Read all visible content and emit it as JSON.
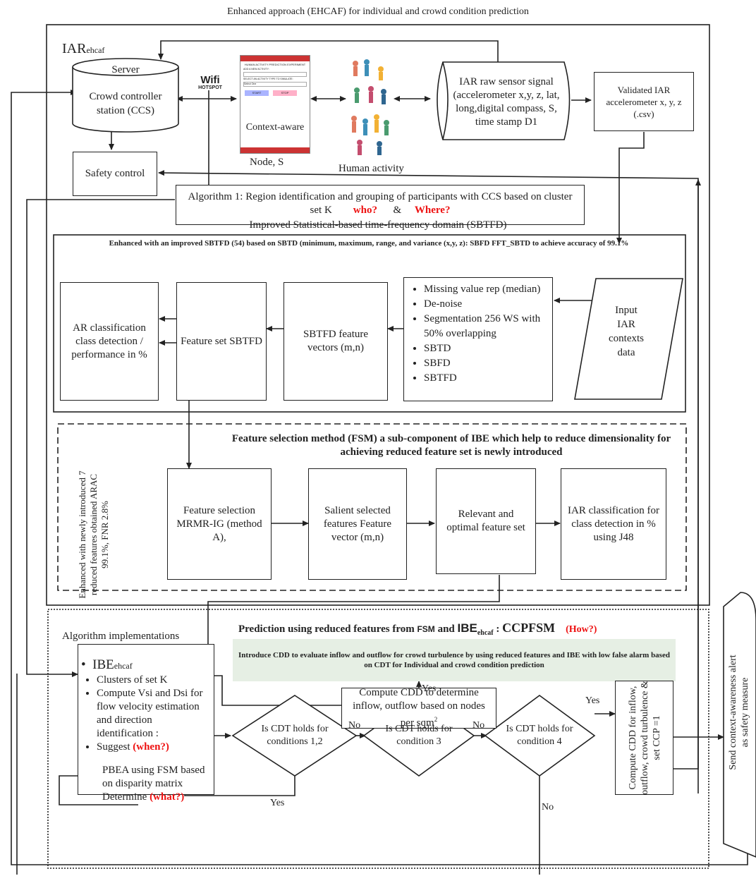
{
  "title": "Enhanced approach (EHCAF) for individual and crowd condition prediction",
  "iar": {
    "label": "IAR",
    "sub": "ehcaf"
  },
  "server": {
    "top": "Server",
    "name": "Crowd controller station (CCS)"
  },
  "wifi": {
    "word": "Wifi",
    "sub": "HOTSPOT"
  },
  "phone": {
    "header": "HUMAN ACTIVITY PREDICTION EXPERIMENT",
    "line1": "ADD A NEW ACTIVITY:",
    "line2": "SELECT AN ACTIVITY TYPE TO SIMULATE:",
    "select": "Select One",
    "start": "START",
    "stop": "STOP",
    "caption": "Context-aware"
  },
  "node_label": "Node, S",
  "human_activity": "Human activity",
  "raw_signal": "IAR raw sensor signal (accelerometer x,y, z, lat, long,digital compass, S,  time stamp D1",
  "validated": "Validated IAR accelerometer x, y, z (.csv)",
  "safety": "Safety control",
  "algo1": {
    "text": "Algorithm 1: Region identification and grouping of participants  with CCS based on cluster set K",
    "who": "who?",
    "amp": "&",
    "where": "Where?"
  },
  "sbtfd_title": "Improved  Statistical-based time-frequency domain (SBTFD)",
  "sbtfd_box_title": "Enhanced with an improved SBTFD (54) based on SBTD (minimum, maximum, range, and variance (x,y, z): SBFD FFT_SBTD to achieve accuracy of 99.1%",
  "preprocess": [
    "Missing value rep (median)",
    "De-noise",
    "Segmentation 256 WS with 50% overlapping",
    "SBTD",
    "SBFD",
    "SBTFD"
  ],
  "input": "Input IAR contexts data",
  "sbtfd_vectors": "SBTFD feature vectors (m,n)",
  "feature_set": "Feature set SBTFD",
  "ar_class": "AR classification class detection / performance in %",
  "fsm_title": "Feature selection method (FSM) a sub-component of IBE which help to reduce dimensionality for achieving reduced feature set is newly introduced",
  "fsm_side": "Enhanced with newly introduced 7 reduced features obtained ARAC 99.1%, FNR 2.8%",
  "fs_mrmr": "Feature selection MRMR-IG (method A),",
  "salient": "Salient selected features Feature vector (m,n)",
  "relevant": "Relevant and optimal feature set",
  "iar_j48": "IAR classification for class detection in % using J48",
  "algo_impl": "Algorithm implementations",
  "prediction": {
    "a": "Prediction using reduced features from ",
    "fsm": "FSM",
    "b": " and ",
    "ibe": "IBE",
    "ibe_sub": "ehcaf",
    "c": " : ",
    "ccp": "CCPFSM",
    "how": "(How?)"
  },
  "introduce": "Introduce CDD to evaluate inflow and outflow for crowd turbulence by using reduced  features  and IBE with low false alarm based on CDT for Individual and crowd condition prediction",
  "ibe_box": {
    "title": "IBE",
    "title_sub": "ehcaf",
    "b1": "Clusters of set K",
    "b2": "Compute Vsi and Dsi for flow velocity estimation and direction identification :",
    "b3": "Suggest ",
    "when": "(when?)",
    "pbea": "PBEA using FSM based on disparity matrix Determine ",
    "what": "(what?)"
  },
  "cdd": {
    "text": "Compute CDD to determine  inflow, outflow based on nodes per sqm",
    "sup": "2"
  },
  "d1": "Is CDT holds for conditions 1,2",
  "d2": "Is CDT holds for condition 3",
  "d3": "Is CDT holds for condition 4",
  "yes": "Yes",
  "no": "No",
  "compute_cdd": "Compute CDD for inflow, outflow, crowd turbulence  & set CCP =1",
  "send": "Send context-awareness alert as safety measure"
}
